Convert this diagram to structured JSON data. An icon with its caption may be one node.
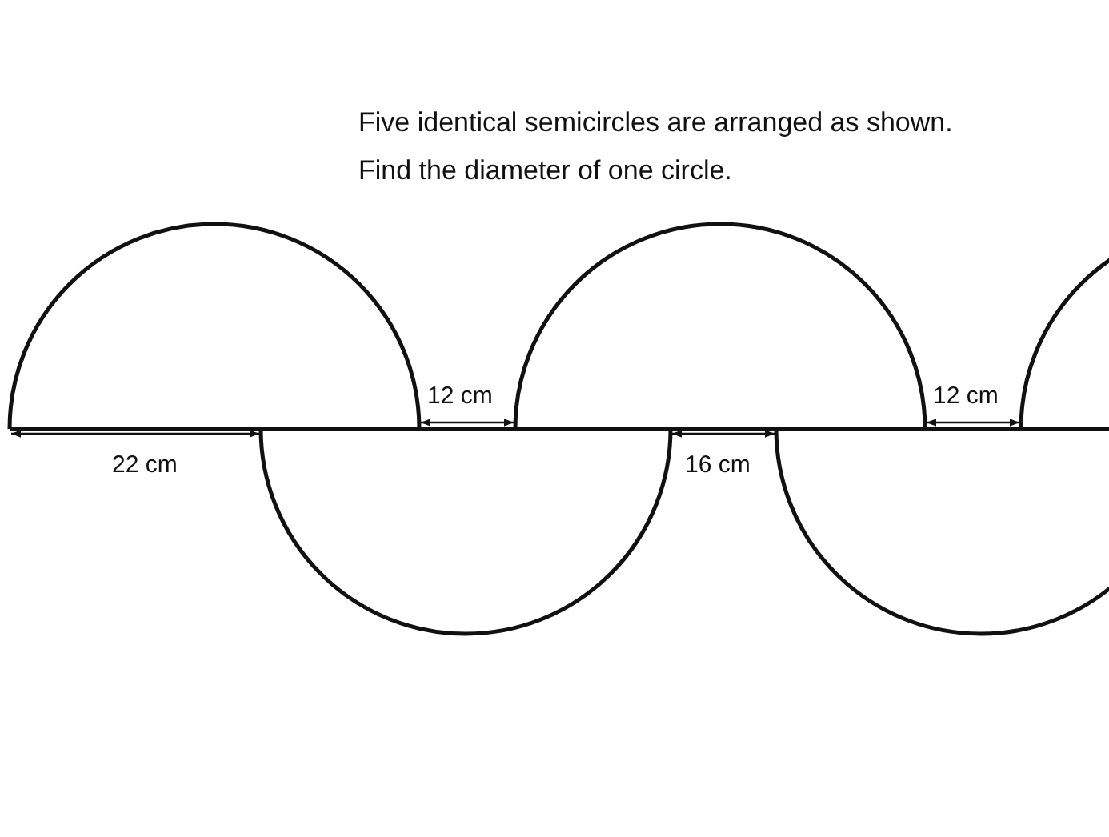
{
  "diagram": {
    "labels": [
      "Five identical semicircles are arranged as shown.",
      "Find the diameter of one circle.",
      "12 cm",
      "12 cm",
      "22 cm",
      "16 cm"
    ]
  }
}
